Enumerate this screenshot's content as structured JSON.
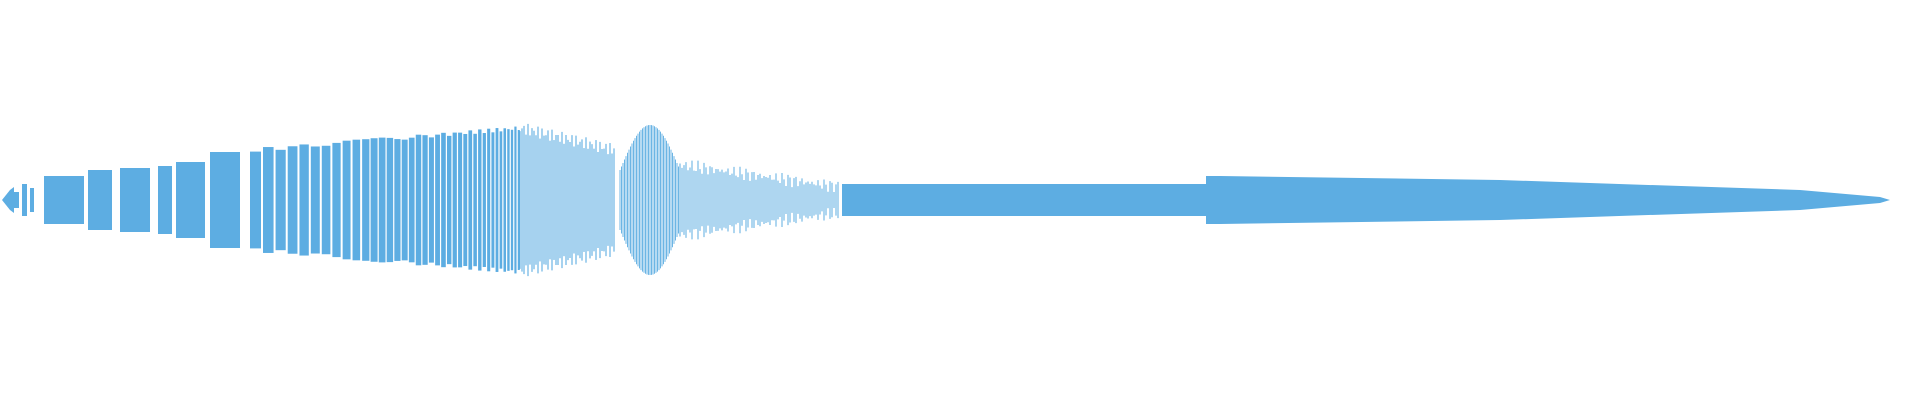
{
  "waveform": {
    "color": "#5DADE2",
    "background": "#ffffff",
    "segments": [
      {
        "kind": "taper-start"
      },
      {
        "kind": "bursts",
        "peak_level": 0.9
      },
      {
        "kind": "dense-oscillation",
        "peak_level": 0.75
      },
      {
        "kind": "decaying-noise",
        "peak_level": 0.35
      },
      {
        "kind": "steady-tone",
        "level": 0.2
      },
      {
        "kind": "steady-tone-fade",
        "level": 0.25
      }
    ]
  }
}
